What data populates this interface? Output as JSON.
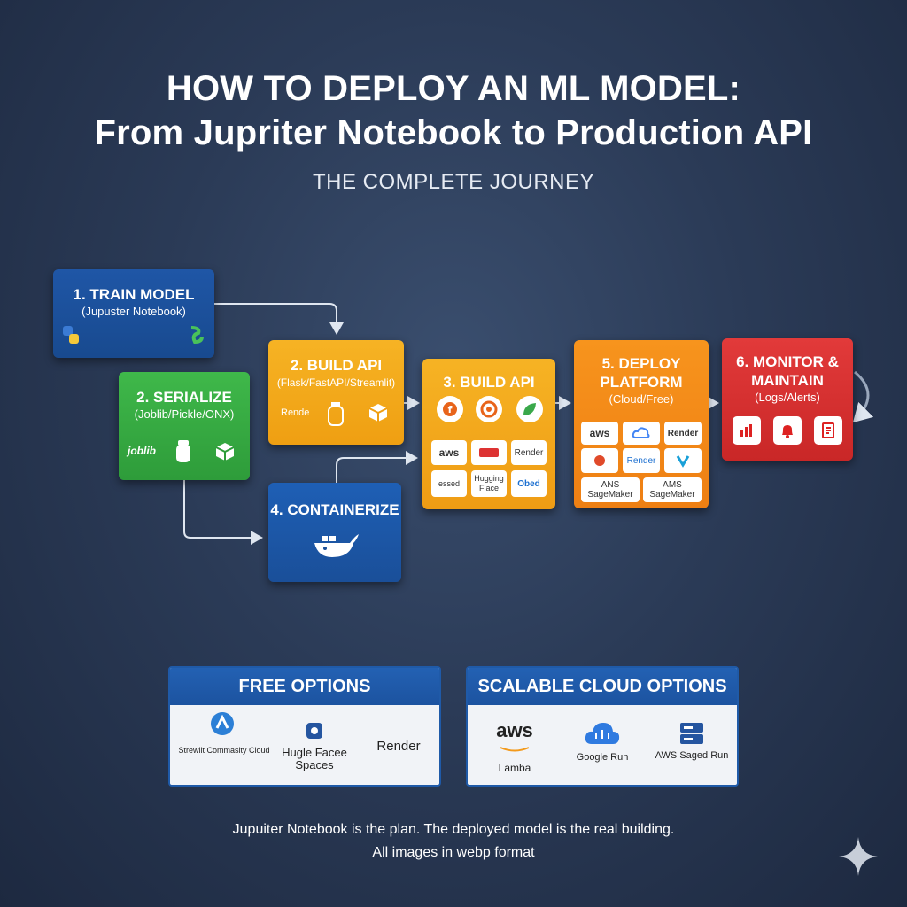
{
  "header": {
    "title_line1": "HOW TO DEPLOY AN ML MODEL:",
    "title_line2": "From Jupriter Notebook to Production API",
    "subtitle": "THE COMPLETE JOURNEY"
  },
  "steps": {
    "train": {
      "title": "1. TRAIN MODEL",
      "sub": "(Jupuster Notebook)"
    },
    "serialize": {
      "title": "2. SERIALIZE",
      "sub": "(Joblib/Pickle/ONX)",
      "tool": "joblib"
    },
    "build_api_a": {
      "title": "2. BUILD API",
      "sub": "(Flask/FastAPI/Streamlit)",
      "tool": "Rende"
    },
    "build_api_b": {
      "title": "3. BUILD API",
      "logos": [
        "aws",
        "",
        "Render",
        "essed",
        "Hugging Fiace",
        "Obed"
      ]
    },
    "containerize": {
      "title": "4. CONTAINERIZE"
    },
    "deploy": {
      "title_line1": "5. DEPLOY",
      "title_line2": "PLATFORM",
      "sub": "(Cloud/Free)",
      "logos": [
        "aws",
        "",
        "Render",
        "",
        "Render",
        "",
        "ANS SageMaker",
        "AMS SageMaker"
      ]
    },
    "monitor": {
      "title_line1": "6. MONITOR &",
      "title_line2": "MAINTAIN",
      "sub": "(Logs/Alerts)"
    }
  },
  "free_options": {
    "title": "FREE OPTIONS",
    "items": [
      "Strewlit Commasity Cloud",
      "Hugle Facee Spaces",
      "Render"
    ]
  },
  "cloud_options": {
    "title": "SCALABLE CLOUD OPTIONS",
    "aws_logo": "aws",
    "items": [
      "Lamba",
      "Google Run",
      "AWS Saged Run"
    ]
  },
  "footer": {
    "line1": "Jupuiter Notebook is the plan. The deployed model is the real building.",
    "line2": "All images in webp format"
  },
  "colors": {
    "background": "#2b3b57",
    "blue": "#1f56a6",
    "green": "#3fb84a",
    "yellow": "#f6b324",
    "orange": "#f7941d",
    "red": "#e23a3a"
  }
}
